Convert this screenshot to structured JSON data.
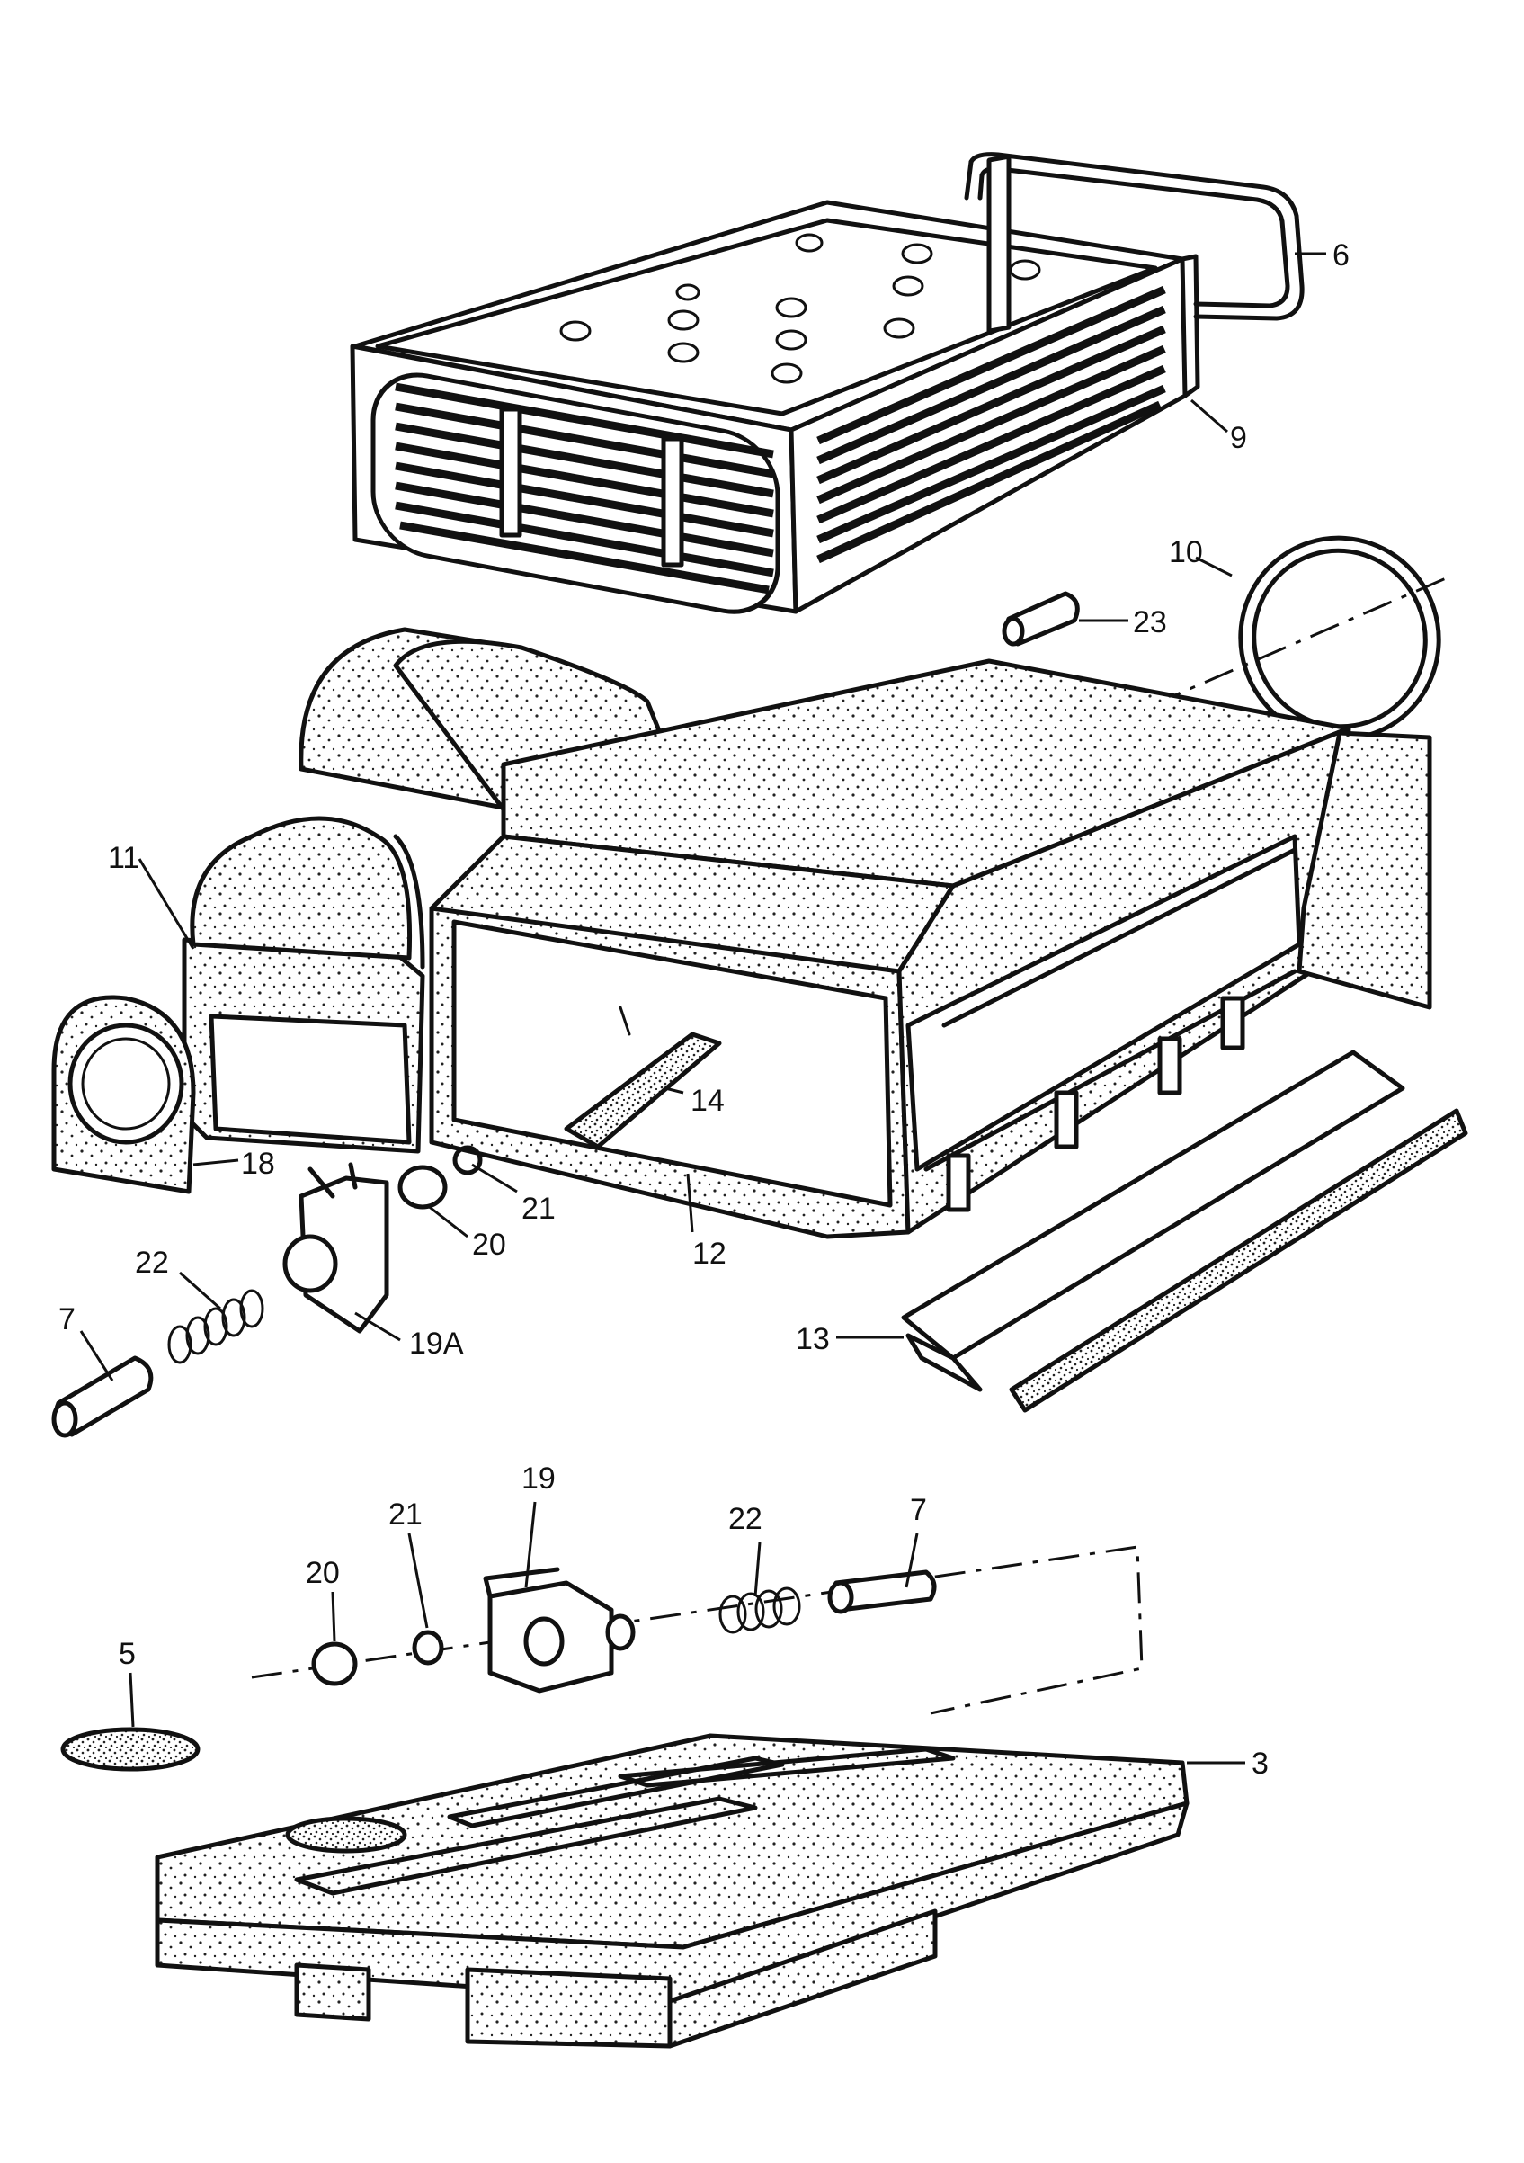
{
  "diagram": {
    "labels": {
      "l3": "3",
      "l5": "5",
      "l6": "6",
      "l7a": "7",
      "l7b": "7",
      "l9": "9",
      "l10": "10",
      "l11": "11",
      "l12": "12",
      "l13": "13",
      "l14": "14",
      "l18": "18",
      "l19": "19",
      "l19A": "19A",
      "l20a": "20",
      "l20b": "20",
      "l21a": "21",
      "l21b": "21",
      "l22a": "22",
      "l22b": "22",
      "l23": "23"
    }
  }
}
